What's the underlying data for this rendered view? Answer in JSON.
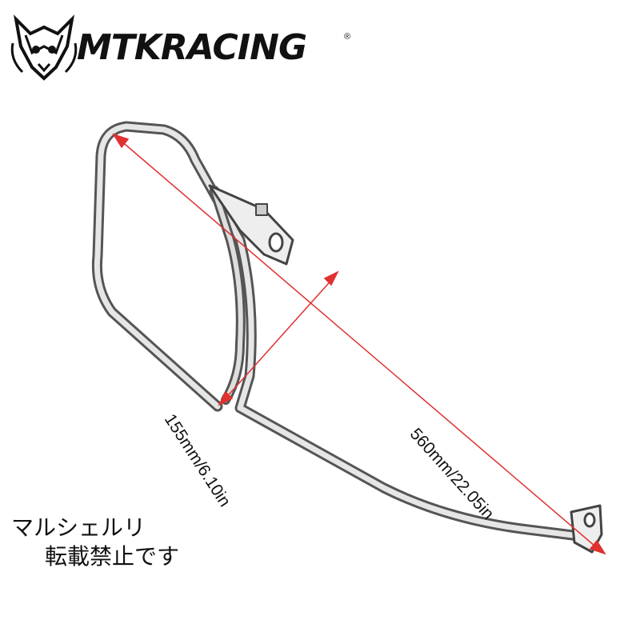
{
  "brand": {
    "name": "MTKRACING",
    "registered_mark": "®"
  },
  "dimensions": {
    "length_label": "560mm/22.05in",
    "width_label": "155mm/6.10in",
    "arrow_color": "#e03030"
  },
  "watermark": {
    "line1": "マルシェルリ",
    "line2": "転載禁止です"
  },
  "icons": [
    "skull-logo-icon"
  ],
  "colors": {
    "background": "#ffffff",
    "text": "#111111",
    "metal": "#9a9a9a"
  }
}
